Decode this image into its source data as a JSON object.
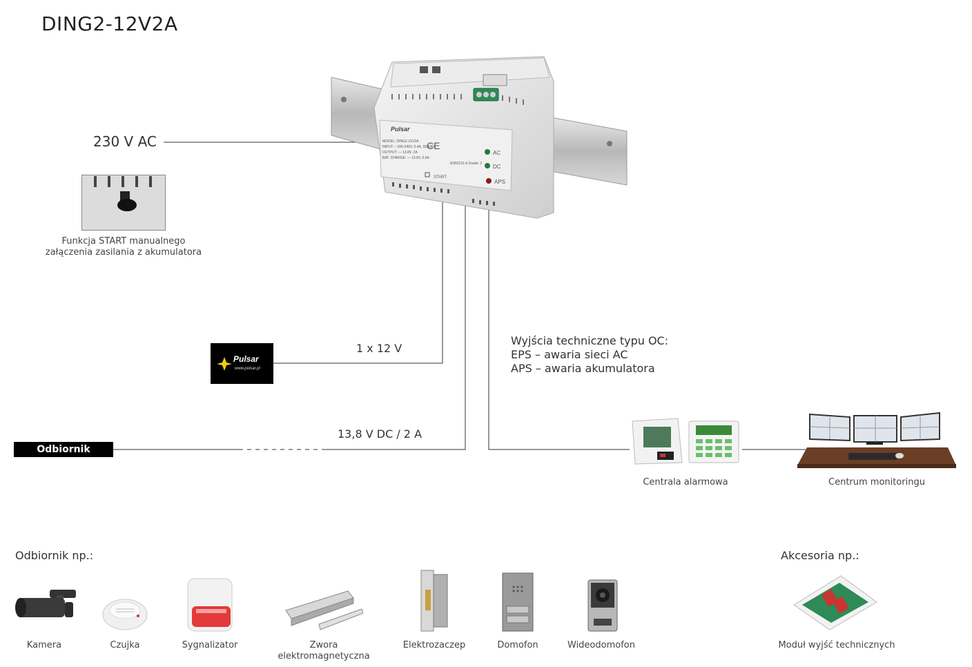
{
  "title": "DING2-12V2A",
  "ac_input": "230 V AC",
  "start_caption": [
    "Funkcja START manualnego",
    "załączenia zasilania z akumulatora"
  ],
  "battery_label": "1 x 12 V",
  "output_label": "13,8 V DC / 2 A",
  "receiver_box": "Odbiornik",
  "brand": {
    "name": "Pulsar",
    "url": "www.pulsar.pl"
  },
  "oc_outputs": {
    "heading": "Wyjścia techniczne typu OC:",
    "lines": [
      "EPS – awaria sieci AC",
      "APS – awaria akumulatora"
    ]
  },
  "alarm_panel": "Centrala alarmowa",
  "monitoring_center": "Centrum monitoringu",
  "psu": {
    "leds": [
      "AC",
      "DC",
      "APS"
    ],
    "start": "START",
    "brand": "Pulsar",
    "model": "MODEL: DING2-12V2A",
    "input": "INPUT: ~ 200-240V, 0.4A, 50/60Hz",
    "output": "OUTPUT: — 13.8V, 2A",
    "bat_charge": "BAT. CHARGE: — 13.8V, 0.5A",
    "standard": "EN50131-6 Grade: 2"
  },
  "receivers_heading": "Odbiornik np.:",
  "receivers": [
    "Kamera",
    "Czujka",
    "Sygnalizator",
    [
      "Zwora",
      "elektromagnetyczna"
    ],
    "Elektrozaczep",
    "Domofon",
    "Wideodomofon"
  ],
  "accessories_heading": "Akcesoria np.:",
  "accessories": [
    "Moduł wyjść technicznych"
  ],
  "colors": {
    "led_ac": "#1f7a3a",
    "led_aps": "#8b1a1a",
    "terminal": "#2e8b57",
    "siren": "#e23a3a"
  }
}
